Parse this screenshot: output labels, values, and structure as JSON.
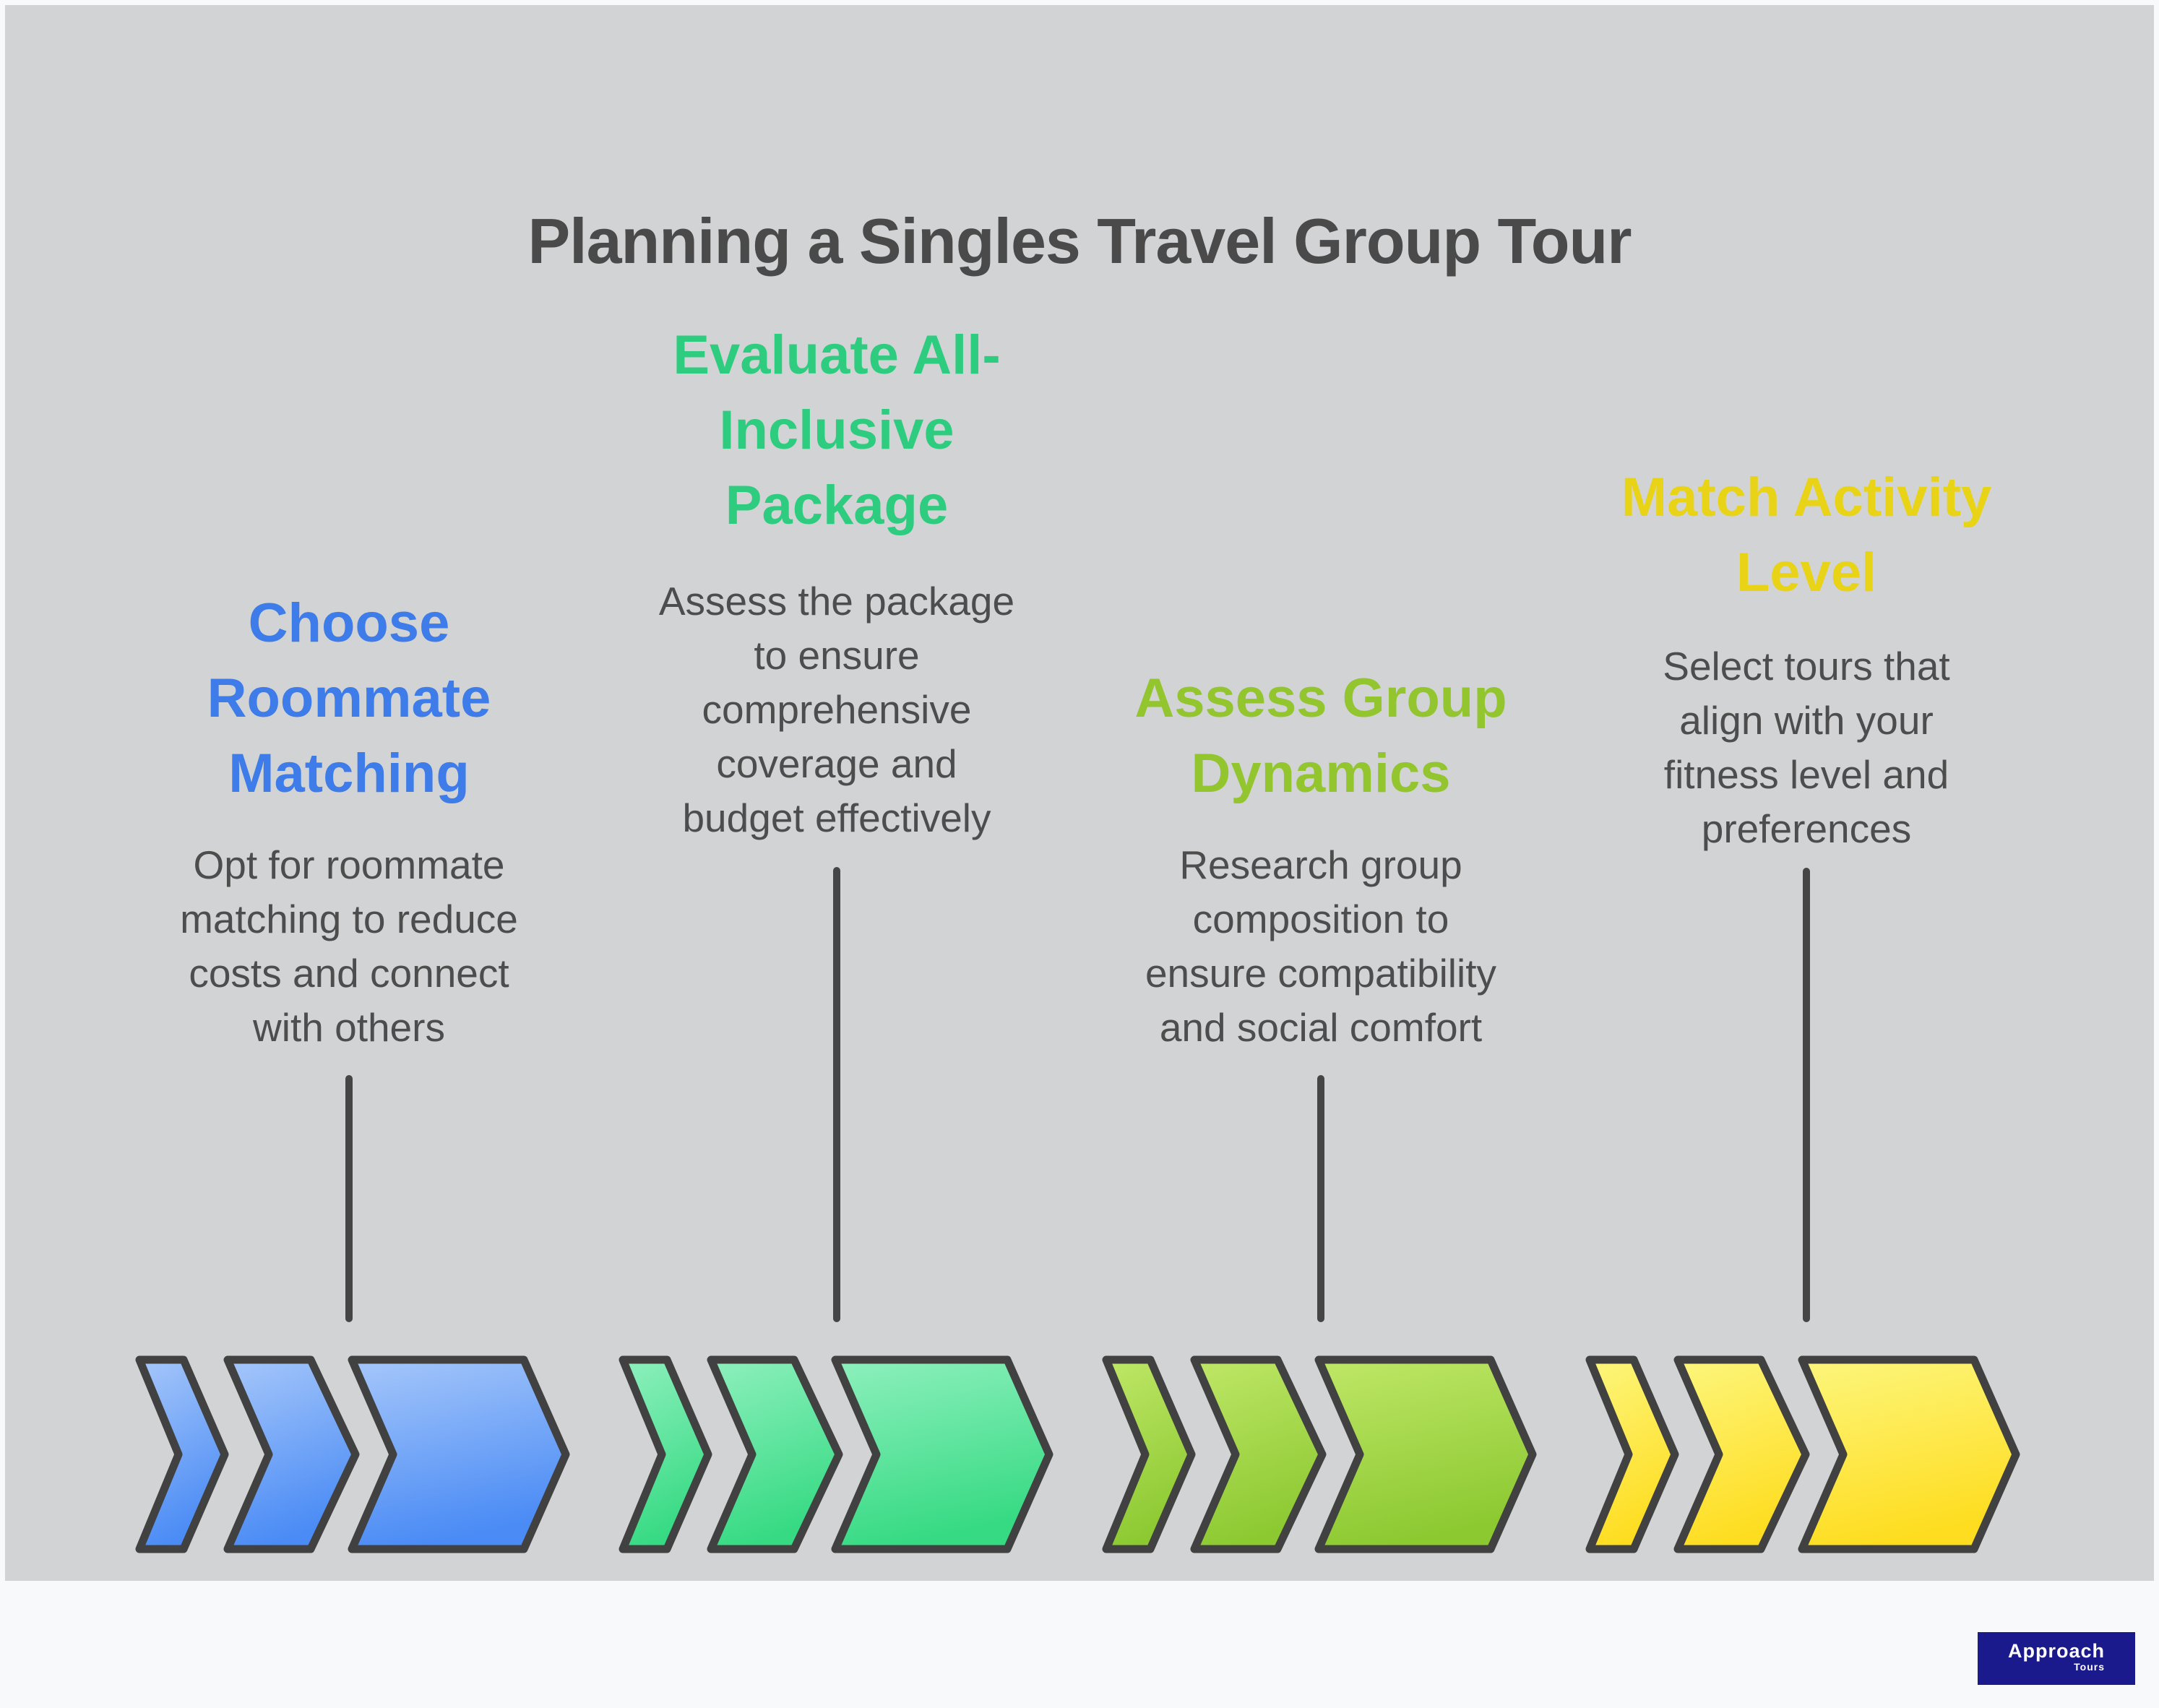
{
  "title": "Planning a Singles Travel Group Tour",
  "steps": [
    {
      "heading": "Choose Roommate Matching",
      "heading_lines": [
        "Choose",
        "Roommate",
        "Matching"
      ],
      "description": "Opt for roommate matching to reduce costs and connect with others",
      "description_lines": [
        "Opt for roommate",
        "matching to reduce",
        "costs and connect",
        "with others"
      ],
      "heading_color": "#3e7ce9",
      "chevron_top_color": "#a6c7fa",
      "chevron_bottom_color": "#4a8bf5"
    },
    {
      "heading": "Evaluate All-Inclusive Package",
      "heading_lines": [
        "Evaluate All-",
        "Inclusive",
        "Package"
      ],
      "description": "Assess the package to ensure comprehensive coverage and budget effectively",
      "description_lines": [
        "Assess the package",
        "to ensure",
        "comprehensive",
        "coverage and",
        "budget effectively"
      ],
      "heading_color": "#2ecc7f",
      "chevron_top_color": "#8ef0bd",
      "chevron_bottom_color": "#36da83"
    },
    {
      "heading": "Assess Group Dynamics",
      "heading_lines": [
        "Assess Group",
        "Dynamics"
      ],
      "description": "Research group composition to ensure compatibility and social comfort",
      "description_lines": [
        "Research group",
        "composition to",
        "ensure compatibility",
        "and social comfort"
      ],
      "heading_color": "#92c52e",
      "chevron_top_color": "#bfe767",
      "chevron_bottom_color": "#8cc931"
    },
    {
      "heading": "Match Activity Level",
      "heading_lines": [
        "Match Activity",
        "Level"
      ],
      "description": "Select tours that align with your fitness level and preferences",
      "description_lines": [
        "Select tours that",
        "align with your",
        "fitness level and",
        "preferences"
      ],
      "heading_color": "#e9d316",
      "chevron_top_color": "#fdf67d",
      "chevron_bottom_color": "#fedd20"
    }
  ],
  "logo": {
    "brand": "Approach",
    "sub": "Tours",
    "background": "#1a1a8c",
    "text_color": "#ffffff"
  },
  "colors": {
    "page_background": "#f8f9fa",
    "panel_background": "#d2d3d4",
    "title_text": "#4a4a4a",
    "body_text": "#4d4d4d",
    "connector_line": "#454545",
    "chevron_outline": "#414141"
  }
}
